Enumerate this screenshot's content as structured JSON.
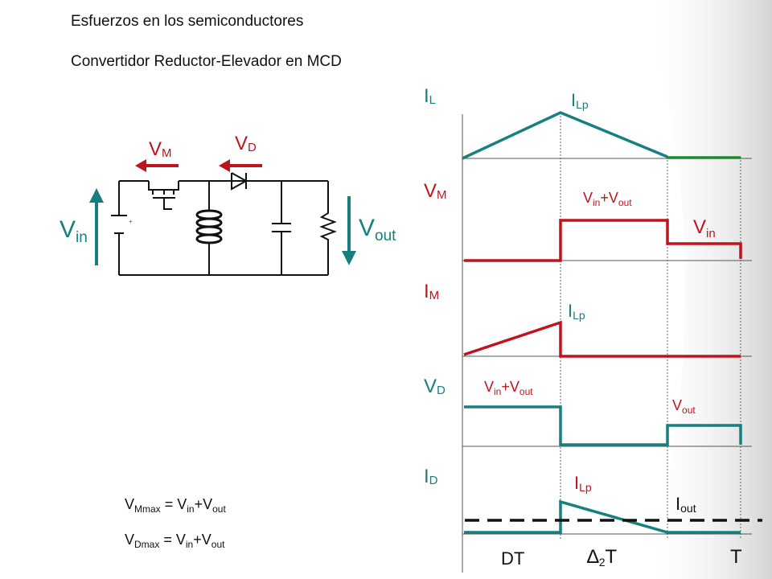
{
  "slide": {
    "title": "Esfuerzos en los semiconductores",
    "subtitle": "Convertidor Reductor-Elevador en MCD"
  },
  "circuit": {
    "vm": {
      "main": "V",
      "sub": "M"
    },
    "vd": {
      "main": "V",
      "sub": "D"
    },
    "vin": {
      "main": "V",
      "sub": "in"
    },
    "vout": {
      "main": "V",
      "sub": "out"
    }
  },
  "equations": {
    "vm_max": {
      "lhs_main": "V",
      "lhs_sub": "Mmax",
      "eq": " = ",
      "v1": "V",
      "s1": "in",
      "plus": "+",
      "v2": "V",
      "s2": "out"
    },
    "vd_max": {
      "lhs_main": "V",
      "lhs_sub": "Dmax",
      "eq": " = ",
      "v1": "V",
      "s1": "in",
      "plus": "+",
      "v2": "V",
      "s2": "out"
    }
  },
  "waveforms": {
    "rows": [
      {
        "main": "I",
        "sub": "L",
        "label_main": "I",
        "label_sub": "Lp"
      },
      {
        "main": "V",
        "sub": "M",
        "label_main": "V",
        "label_sub": "in",
        "label_plus": "+V",
        "label_sub2": "out",
        "label2_main": "V",
        "label2_sub": "in"
      },
      {
        "main": "I",
        "sub": "M",
        "label_main": "I",
        "label_sub": "Lp"
      },
      {
        "main": "V",
        "sub": "D",
        "label_main": "V",
        "label_sub": "in",
        "label_plus": "+V",
        "label_sub2": "out",
        "label2_main": "V",
        "label2_sub": "out"
      },
      {
        "main": "I",
        "sub": "D",
        "label_main": "I",
        "label_sub": "Lp",
        "label2_main": "I",
        "label2_sub": "out"
      }
    ],
    "time_labels": {
      "dt": "DT",
      "delta_main": "∆",
      "delta_sub": "2",
      "delta_t": "T",
      "t": "T"
    }
  },
  "colors": {
    "teal": "#17807e",
    "red": "#c0141c",
    "green": "#1a8a2a",
    "black": "#111111",
    "axis": "#555555"
  }
}
